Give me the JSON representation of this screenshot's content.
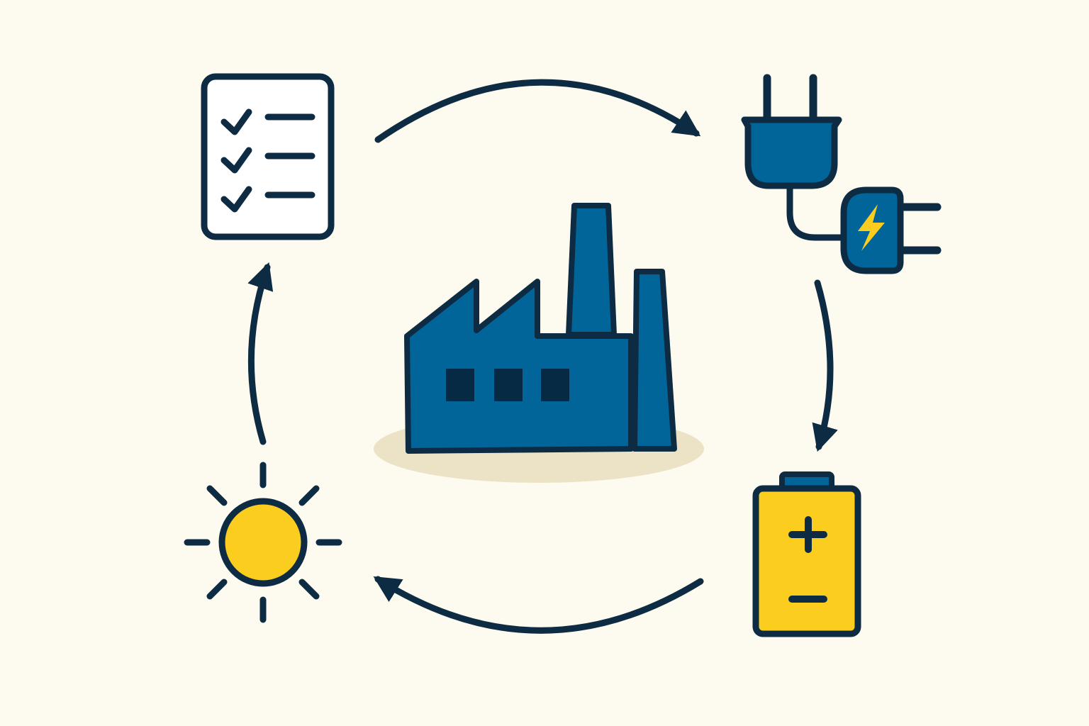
{
  "colors": {
    "background": "#fdfbf0",
    "outline": "#0d2b43",
    "factory_blue": "#02659a",
    "accent_yellow": "#fbcd1f",
    "ground_shadow": "#ece3c7",
    "paper_white": "#ffffff"
  },
  "nodes": [
    {
      "id": "checklist",
      "icon": "checklist-icon"
    },
    {
      "id": "plug",
      "icon": "power-plug-icon"
    },
    {
      "id": "battery",
      "icon": "battery-icon"
    },
    {
      "id": "sun",
      "icon": "sun-icon"
    }
  ],
  "center": {
    "icon": "factory-icon"
  },
  "cycle": {
    "direction": "clockwise",
    "flow": [
      "checklist",
      "plug",
      "battery",
      "sun",
      "checklist"
    ]
  }
}
